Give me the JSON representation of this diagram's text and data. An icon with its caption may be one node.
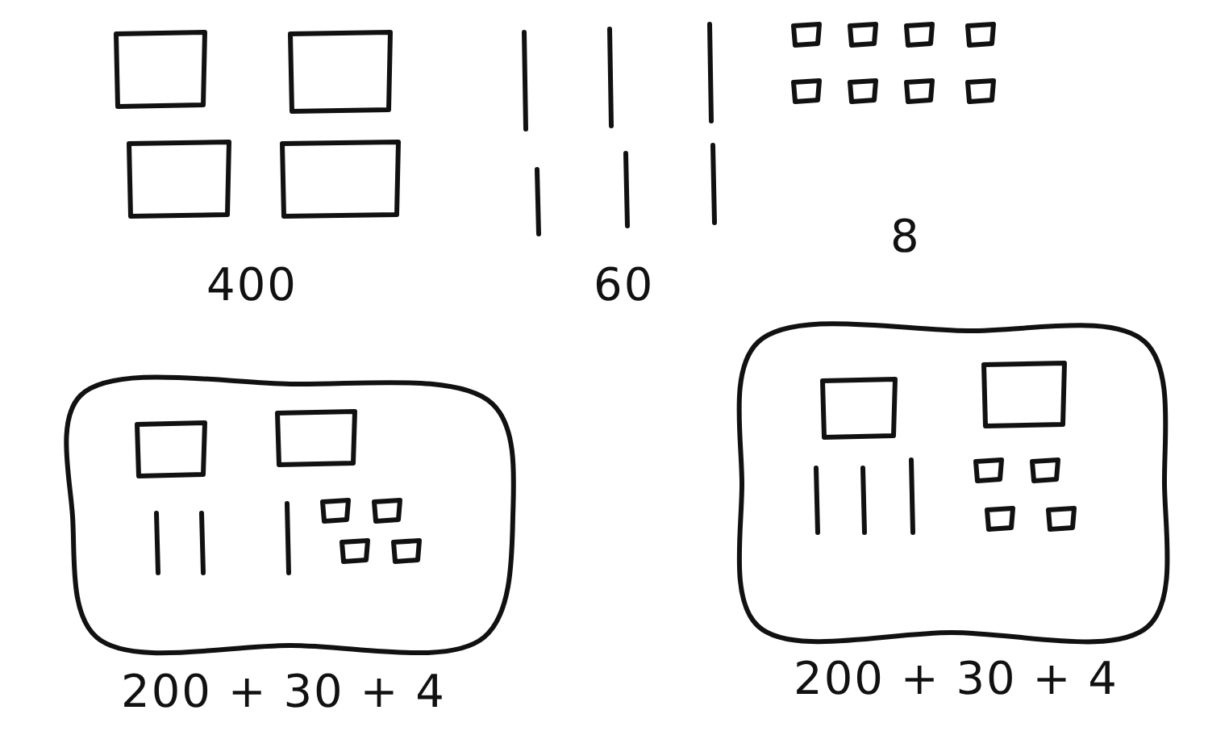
{
  "diagram": {
    "labels": [
      "400",
      "60",
      "8",
      "200 + 30 + 4",
      "200 + 30 + 4"
    ]
  }
}
